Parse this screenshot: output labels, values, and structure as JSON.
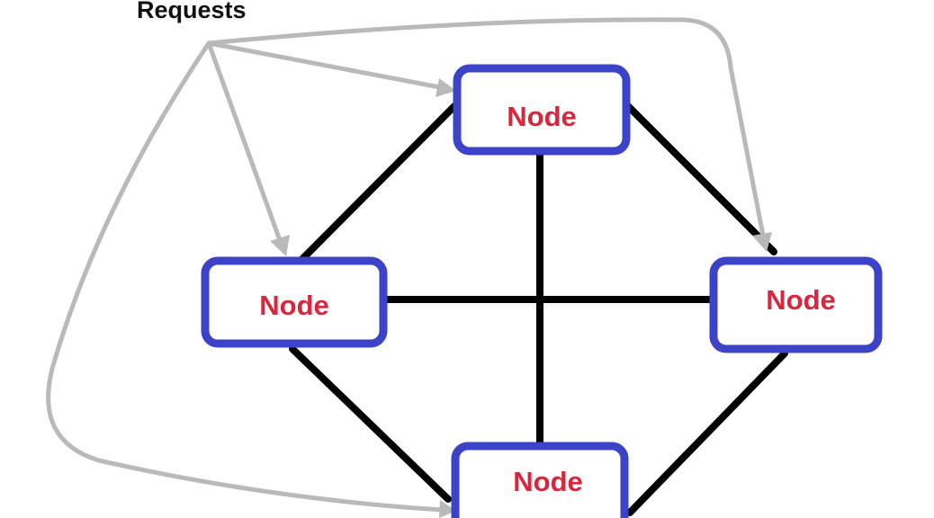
{
  "diagram": {
    "requests_label": "Requests",
    "nodes": [
      {
        "id": "top",
        "label": "Node"
      },
      {
        "id": "left",
        "label": "Node"
      },
      {
        "id": "right",
        "label": "Node"
      },
      {
        "id": "bottom",
        "label": "Node"
      }
    ],
    "links": [
      [
        "top",
        "left"
      ],
      [
        "top",
        "right"
      ],
      [
        "top",
        "bottom"
      ],
      [
        "left",
        "right"
      ],
      [
        "left",
        "bottom"
      ],
      [
        "right",
        "bottom"
      ]
    ],
    "request_targets": [
      "top",
      "left",
      "right",
      "bottom"
    ],
    "colors": {
      "node_border": "#3d43c9",
      "node_text": "#d7263d",
      "link": "#000000",
      "request_arrow": "#b9b9b9"
    }
  }
}
